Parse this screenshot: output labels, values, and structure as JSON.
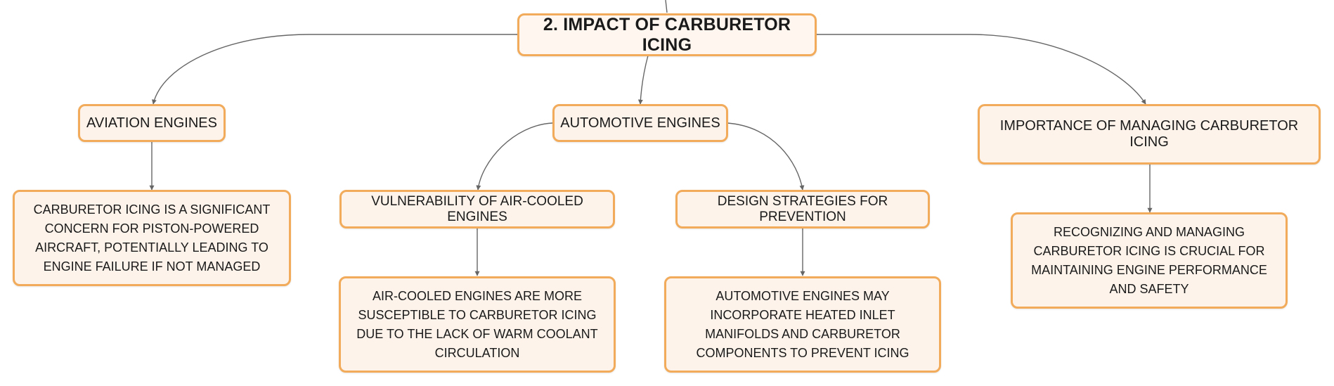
{
  "diagram": {
    "root": {
      "label": "2. IMPACT OF CARBURETOR ICING"
    },
    "aviation": {
      "label": "AVIATION ENGINES",
      "detail": "CARBURETOR ICING IS A SIGNIFICANT CONCERN FOR PISTON-POWERED AIRCRAFT, POTENTIALLY LEADING TO ENGINE FAILURE IF NOT MANAGED"
    },
    "automotive": {
      "label": "AUTOMOTIVE ENGINES",
      "children": [
        {
          "label": "VULNERABILITY OF AIR-COOLED ENGINES",
          "detail": "AIR-COOLED ENGINES ARE MORE SUSCEPTIBLE TO CARBURETOR ICING DUE TO THE LACK OF WARM COOLANT CIRCULATION"
        },
        {
          "label": "DESIGN STRATEGIES FOR PREVENTION",
          "detail": "AUTOMOTIVE ENGINES MAY INCORPORATE HEATED INLET MANIFOLDS AND CARBURETOR COMPONENTS TO PREVENT ICING"
        }
      ]
    },
    "importance": {
      "label": "IMPORTANCE OF MANAGING CARBURETOR ICING",
      "detail": "RECOGNIZING AND MANAGING CARBURETOR ICING IS CRUCIAL FOR MAINTAINING ENGINE PERFORMANCE AND SAFETY"
    }
  },
  "colors": {
    "node_border": "#f2ab5a",
    "node_fill": "#fdf3ea",
    "connector": "#666666"
  }
}
